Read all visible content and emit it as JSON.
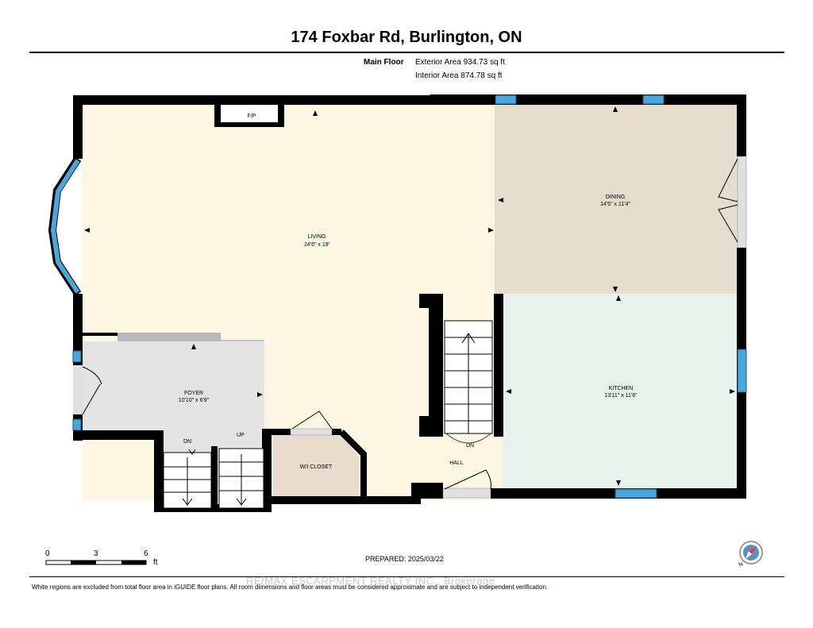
{
  "title": "174 Foxbar Rd, Burlington, ON",
  "floor": {
    "name": "Main Floor",
    "exterior_area": "Exterior Area 934.73 sq ft",
    "interior_area": "Interior Area 874.78 sq ft"
  },
  "rooms": {
    "living": {
      "name": "LIVING",
      "dims": "24'6\" x 19'"
    },
    "dining": {
      "name": "DINING",
      "dims": "14'5\" x 11'4\""
    },
    "kitchen": {
      "name": "KITCHEN",
      "dims": "13'11\" x 11'6\""
    },
    "foyer": {
      "name": "FOYER",
      "dims": "10'10\" x 6'9\""
    },
    "closet": {
      "name": "W/I CLOSET"
    },
    "hall": {
      "name": "HALL"
    }
  },
  "labels": {
    "fireplace": "F/P",
    "stairs_down_foyer": "DN",
    "stairs_up_foyer": "UP",
    "stairs_down_hall": "DN"
  },
  "colors": {
    "living": "#fcf7e2",
    "dining": "#e6dccd",
    "kitchen": "#e7f2ec",
    "foyer": "#e4e4e4",
    "closet": "#e7dccd",
    "wall": "#000000",
    "window": "#4aa7db"
  },
  "scale": {
    "ticks": [
      "0",
      "3",
      "6"
    ],
    "unit": "ft"
  },
  "prepared": "PREPARED: 2025/03/22",
  "watermark": "RE/MAX ESCARPMENT REALTY INC., Brokerage",
  "disclaimer": "White regions are excluded from total floor area in iGUIDE floor plans. All room dimensions and floor areas must be considered approximate and are subject to independent verification."
}
